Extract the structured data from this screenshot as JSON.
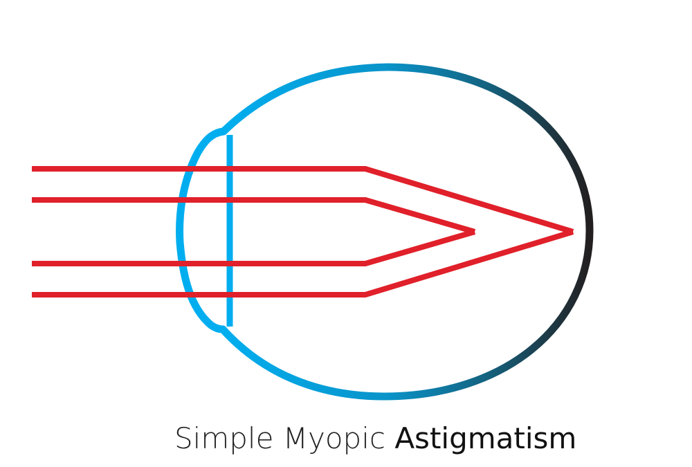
{
  "caption": {
    "part1": "Simple Myopic ",
    "part2": "Astigmatism"
  },
  "colors": {
    "eye_front": "#00aeef",
    "eye_mid": "#0d6f99",
    "eye_back": "#231f20",
    "rays": "#e0202a",
    "caption_part1": "#222222",
    "caption_part2": "#111111"
  },
  "icons": {
    "eye": "eye-cross-section"
  }
}
